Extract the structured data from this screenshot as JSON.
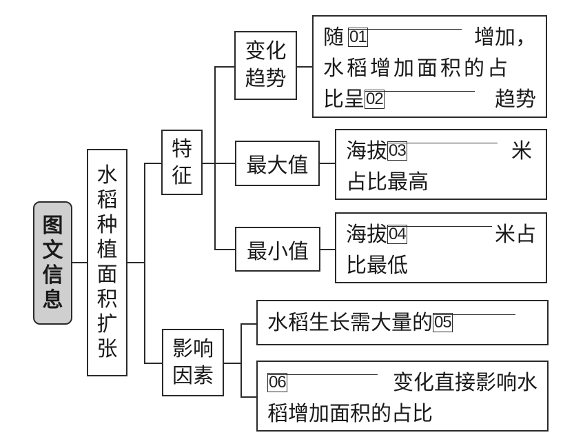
{
  "root": {
    "label": "图文信息"
  },
  "center": {
    "label": "水稻种植面积扩张"
  },
  "branches": {
    "features": {
      "label": "特征"
    },
    "factors": {
      "label": "影响因素"
    }
  },
  "features": {
    "trend": {
      "label": "变化趋势",
      "line1_prefix": "随",
      "blank1_tag": "01",
      "line1_suffix": "增加，",
      "line2": "水稻增加面积的占",
      "line3_prefix": "比呈",
      "blank2_tag": "02",
      "line3_suffix": "趋势"
    },
    "max": {
      "label": "最大值",
      "line1_prefix": "海拔",
      "blank_tag": "03",
      "line1_suffix": "米",
      "line2": "占比最高"
    },
    "min": {
      "label": "最小值",
      "line1_prefix": "海拔",
      "blank_tag": "04",
      "line1_suffix": "米占",
      "line2": "比最低"
    }
  },
  "factors": {
    "item1": {
      "prefix": "水稻生长需大量的",
      "blank_tag": "05"
    },
    "item2": {
      "blank_tag": "06",
      "line1_suffix": "变化直接影响水",
      "line2": "稻增加面积的占比"
    }
  },
  "colors": {
    "root_fill": "#cfcfcf",
    "line": "#2a2a2a"
  }
}
